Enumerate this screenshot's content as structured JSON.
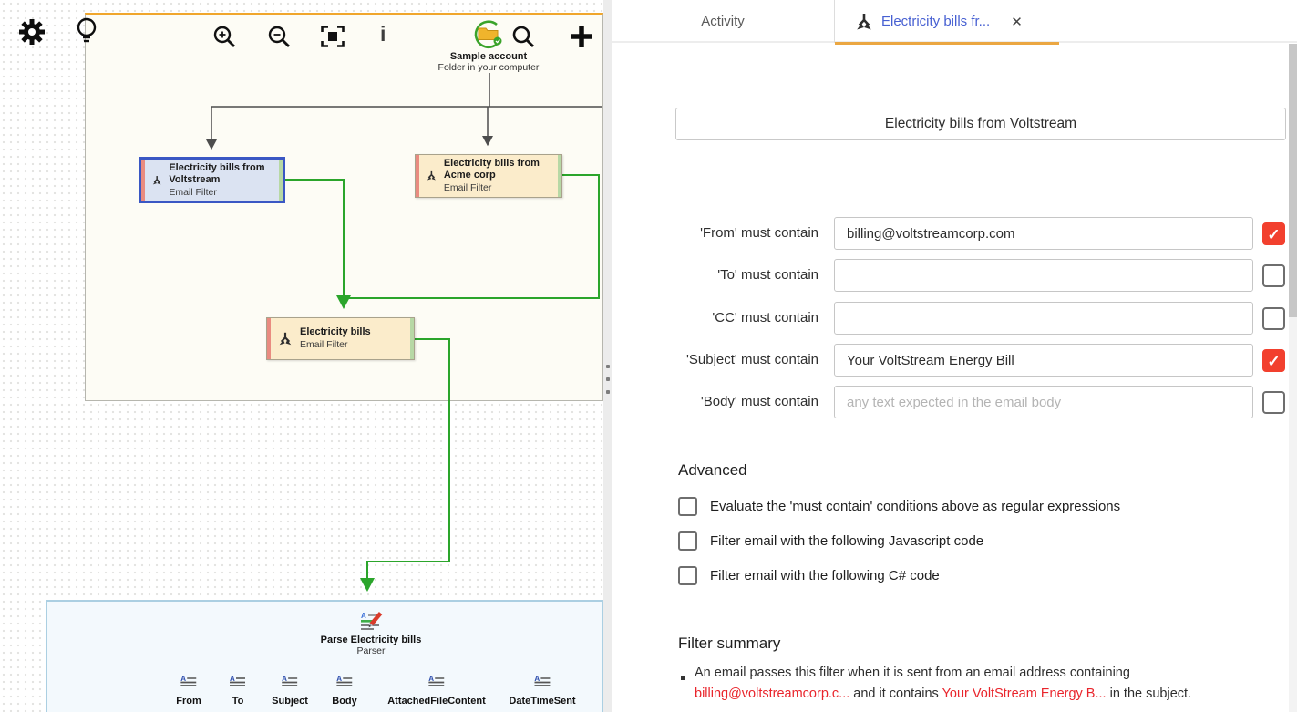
{
  "flow": {
    "account": {
      "name": "Sample account",
      "subtitle": "Folder in your computer"
    },
    "nodes": [
      {
        "title": "Electricity bills from Voltstream",
        "subtitle": "Email Filter",
        "selected": true
      },
      {
        "title": "Electricity bills from Acme corp",
        "subtitle": "Email Filter",
        "selected": false
      },
      {
        "title": "Electricity bills",
        "subtitle": "Email Filter",
        "selected": false
      }
    ],
    "parser": {
      "title": "Parse Electricity bills",
      "subtitle": "Parser",
      "fields": [
        "From",
        "To",
        "Subject",
        "Body",
        "AttachedFileContent",
        "DateTimeSent"
      ]
    }
  },
  "panel": {
    "tabs": [
      {
        "label": "Activity",
        "active": false
      },
      {
        "label": "Electricity bills fr...",
        "active": true,
        "close_glyph": "✕"
      }
    ],
    "name_value": "Electricity bills from Voltstream",
    "conditions": [
      {
        "label": "'From' must contain",
        "value": "billing@voltstreamcorp.com",
        "placeholder": "",
        "checked": true
      },
      {
        "label": "'To' must contain",
        "value": "",
        "placeholder": "",
        "checked": false
      },
      {
        "label": "'CC' must contain",
        "value": "",
        "placeholder": "",
        "checked": false
      },
      {
        "label": "'Subject' must contain",
        "value": "Your VoltStream Energy Bill",
        "placeholder": "",
        "checked": true
      },
      {
        "label": "'Body' must contain",
        "value": "",
        "placeholder": "any text expected in the email body",
        "checked": false
      }
    ],
    "advanced": {
      "heading": "Advanced",
      "options": [
        {
          "label": "Evaluate the 'must contain' conditions above as regular expressions",
          "checked": false
        },
        {
          "label": "Filter email with the following Javascript code",
          "checked": false
        },
        {
          "label": "Filter email with the following C# code",
          "checked": false
        }
      ]
    },
    "summary": {
      "heading": "Filter summary",
      "text1": "An email passes this filter when it is sent from an email address containing ",
      "red1": "billing@voltstreamcorp.c...",
      "text2": " and it contains ",
      "red2": "Your VoltStream Energy B...",
      "text3": " in the subject."
    }
  },
  "icons": {
    "gear": "settings gear",
    "lightbulb": "hint lightbulb",
    "zoom-in": "magnifier plus",
    "zoom-out": "magnifier minus",
    "fit-screen": "fit to screen brackets",
    "info": "i",
    "account-folder": "folder in green circle",
    "search": "magnifier",
    "add": "+",
    "filter-branch": "branching filter arrows",
    "close": "✕",
    "check": "✓"
  },
  "colors": {
    "accent_orange": "#f0a62c",
    "selected_blue": "#3a57c4",
    "tab_blue": "#4760d2",
    "checkbox_red": "#f2402e",
    "summary_red": "#e9252c",
    "connector_green": "#2ba52b",
    "connector_gray": "#4d4d4d",
    "node_yellow": "#fbeccb",
    "stripe_red": "#e98b80",
    "stripe_green": "#b7d8a5"
  }
}
